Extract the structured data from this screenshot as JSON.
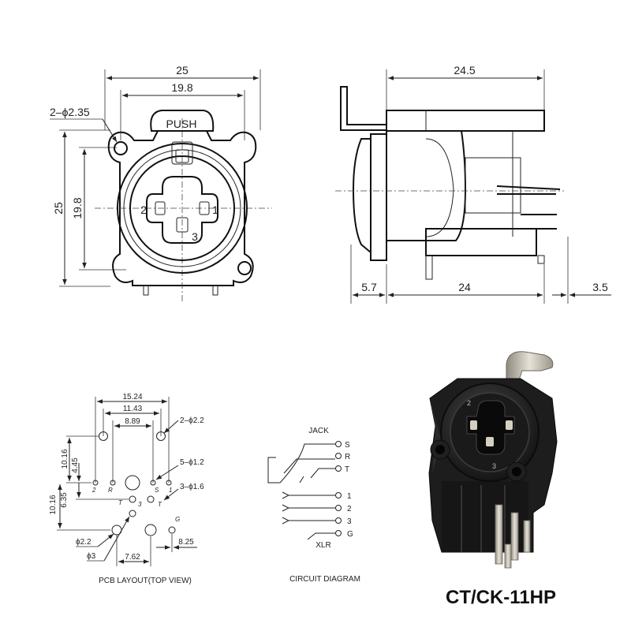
{
  "front_view": {
    "dim_overall_width": "25",
    "dim_hole_spacing_width": "19.8",
    "dim_overall_height": "25",
    "dim_hole_spacing_height": "19.8",
    "dim_mount_holes": "2–ϕ2.35",
    "push_label": "PUSH",
    "pin_2": "2",
    "pin_1": "1",
    "pin_3": "3"
  },
  "side_view": {
    "dim_top_length": "24.5",
    "dim_front": "5.7",
    "dim_body": "24",
    "dim_pins": "3.5"
  },
  "pcb_layout": {
    "dim_15_24": "15.24",
    "dim_11_43": "11.43",
    "dim_8_89": "8.89",
    "dim_2_holes": "2–ϕ2.2",
    "dim_10_16_top": "10.16",
    "dim_4_45": "4.45",
    "dim_5_holes": "5–ϕ1.2",
    "dim_3_holes": "3–ϕ1.6",
    "dim_6_35": "6.35",
    "dim_10_16_bottom": "10.16",
    "dim_phi_2_2": "ϕ2.2",
    "dim_phi_3": "ϕ3",
    "dim_7_62": "7.62",
    "dim_8_25": "8.25",
    "pad_labels": [
      "2",
      "R",
      "S",
      "1",
      "T",
      "3",
      "T",
      "G"
    ],
    "caption": "PCB LAYOUT(TOP VIEW)"
  },
  "circuit": {
    "jack_label": "JACK",
    "jack_terminals": [
      "S",
      "R",
      "T"
    ],
    "xlr_terminals": [
      "1",
      "2",
      "3",
      "G"
    ],
    "xlr_label": "XLR",
    "caption": "CIRCUIT DIAGRAM"
  },
  "photo": {
    "model_name": "CT/CK-11HP",
    "face_numbers": [
      "2",
      "3"
    ]
  }
}
